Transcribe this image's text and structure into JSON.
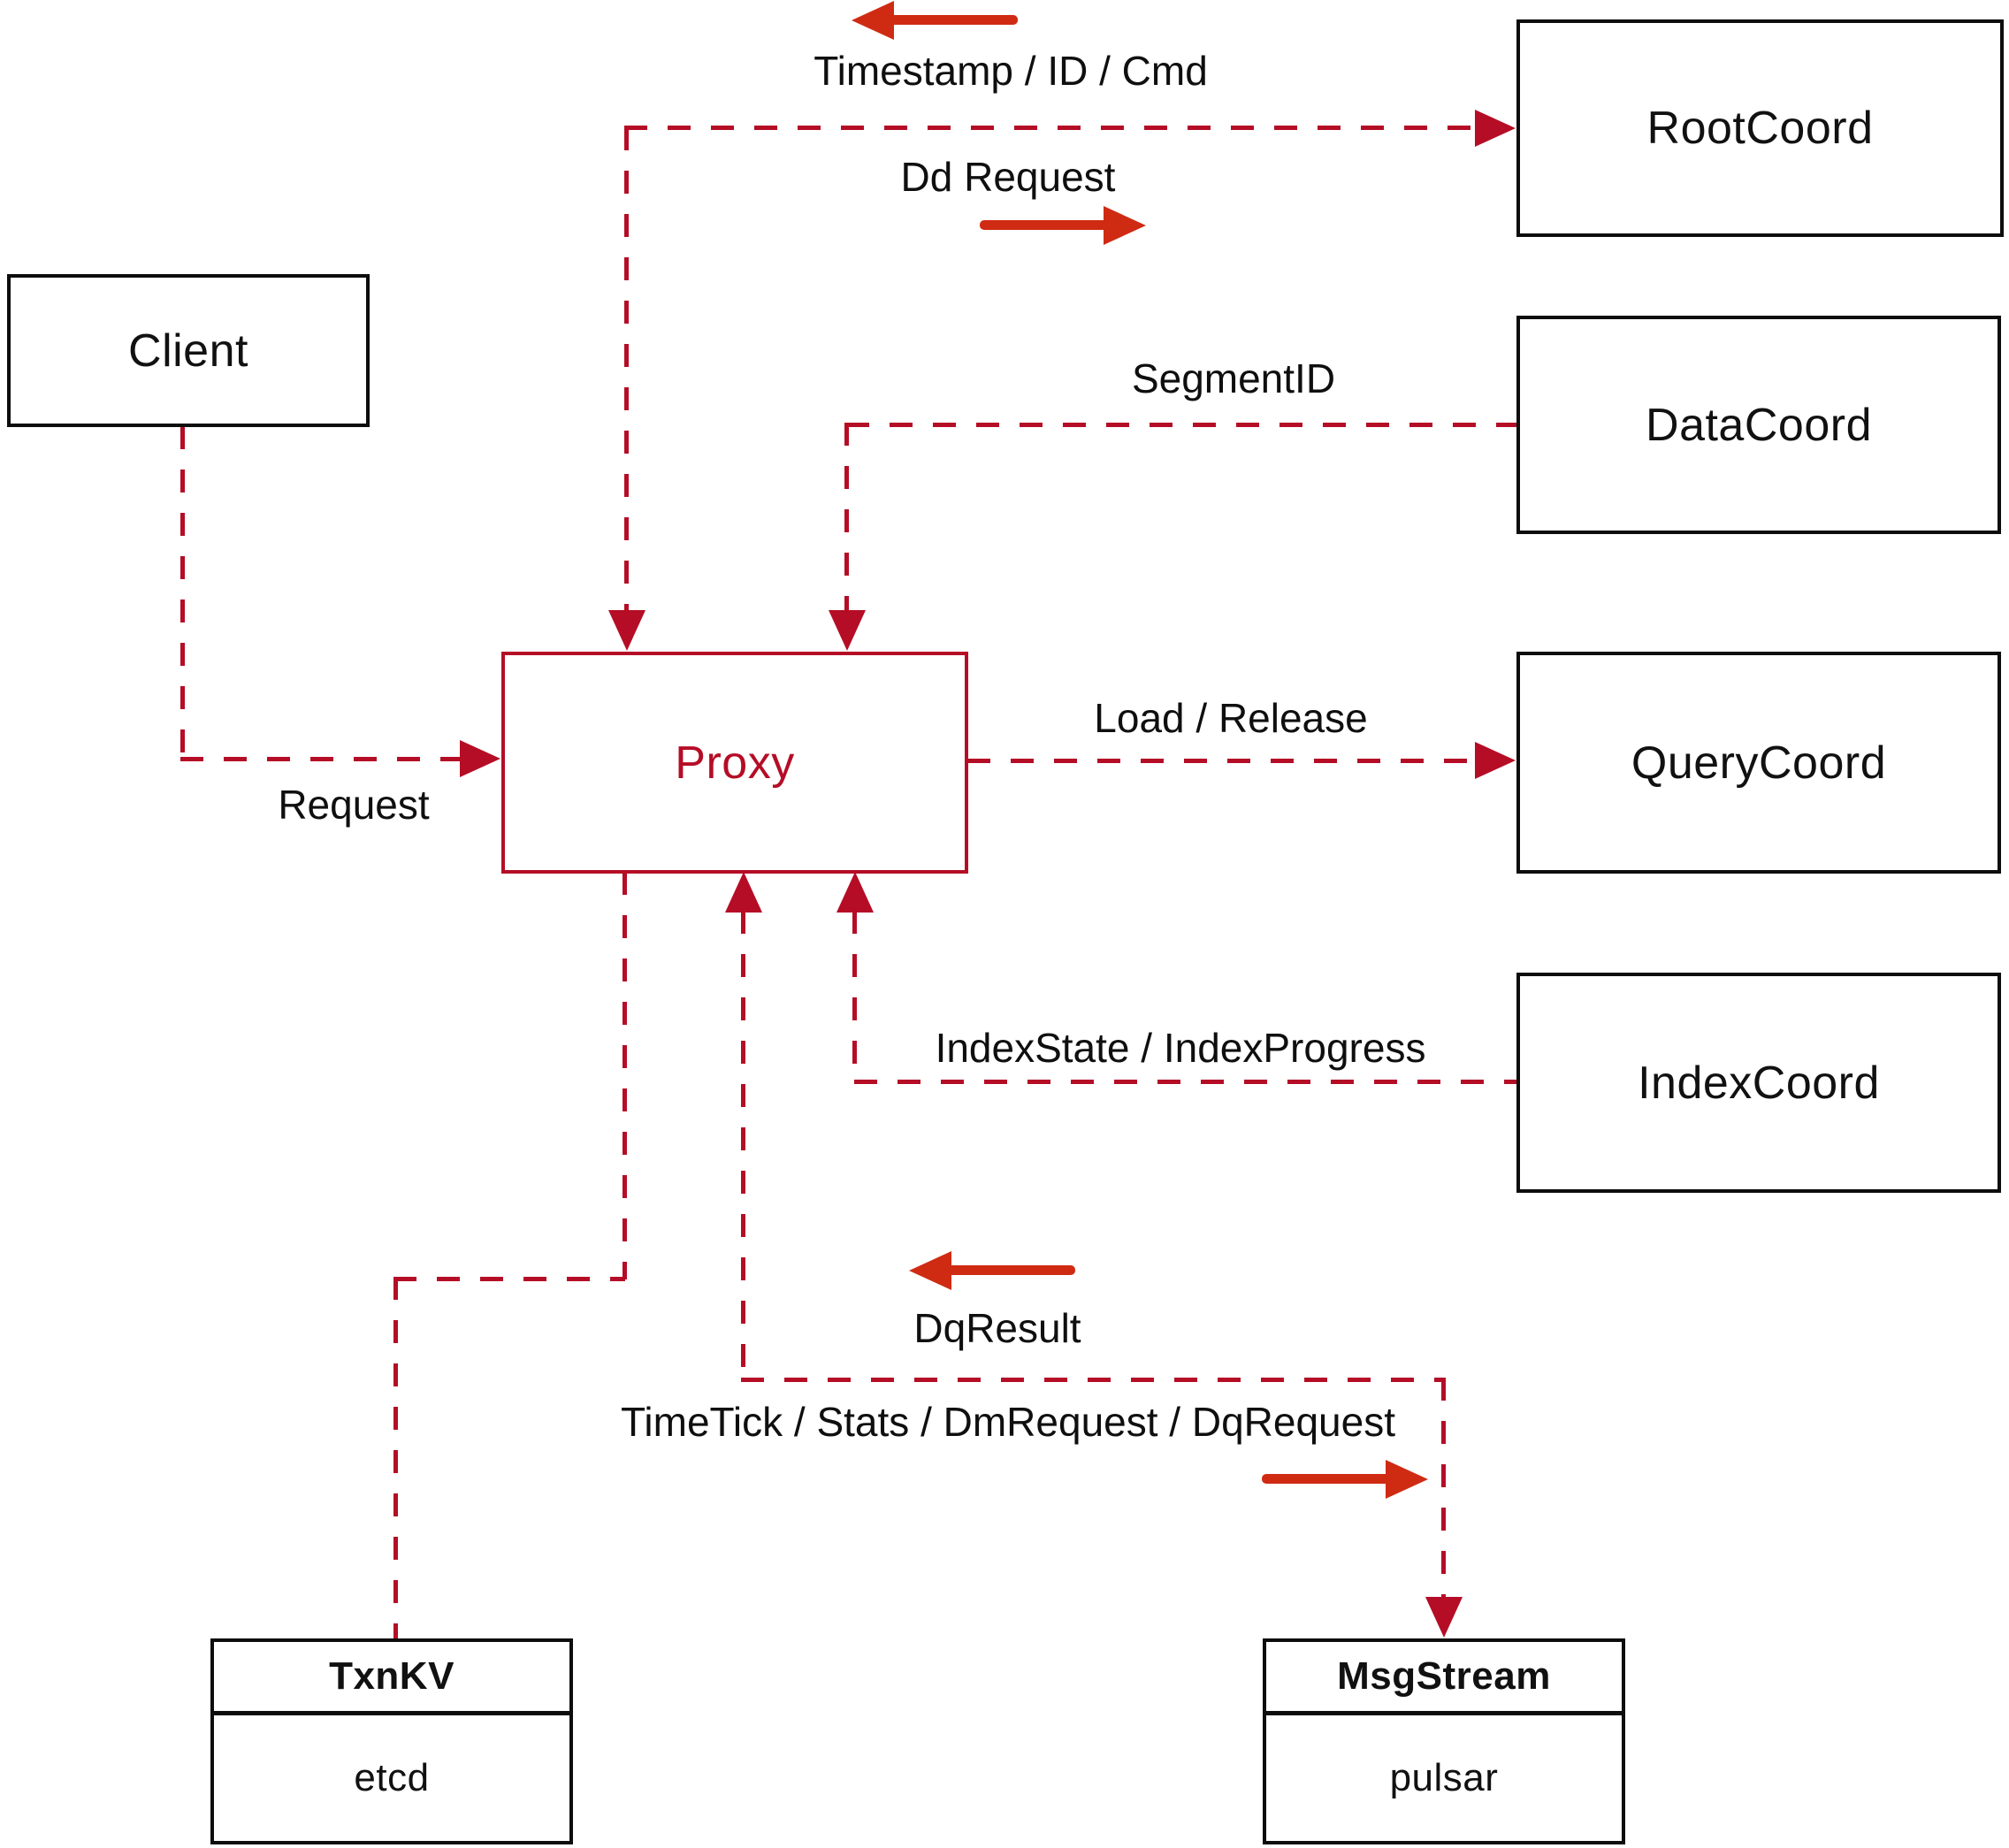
{
  "nodes": {
    "client": {
      "label": "Client"
    },
    "proxy": {
      "label": "Proxy"
    },
    "rootcoord": {
      "label": "RootCoord"
    },
    "datacoord": {
      "label": "DataCoord"
    },
    "querycoord": {
      "label": "QueryCoord"
    },
    "indexcoord": {
      "label": "IndexCoord"
    },
    "txnkv": {
      "title": "TxnKV",
      "subtitle": "etcd"
    },
    "msgstream": {
      "title": "MsgStream",
      "subtitle": "pulsar"
    }
  },
  "edges": {
    "rootcoord_response": "Timestamp / ID / Cmd",
    "rootcoord_request": "Dd Request",
    "datacoord": "SegmentID",
    "client_request": "Request",
    "querycoord": "Load / Release",
    "indexcoord": "IndexState / IndexProgress",
    "msgstream_up": "DqResult",
    "msgstream_down": "TimeTick / Stats / DmRequest / DqRequest"
  },
  "colors": {
    "line_crimson": "#b50d26",
    "arrow_vermilion": "#cf2b13",
    "box_border": "#0d0d0d"
  }
}
